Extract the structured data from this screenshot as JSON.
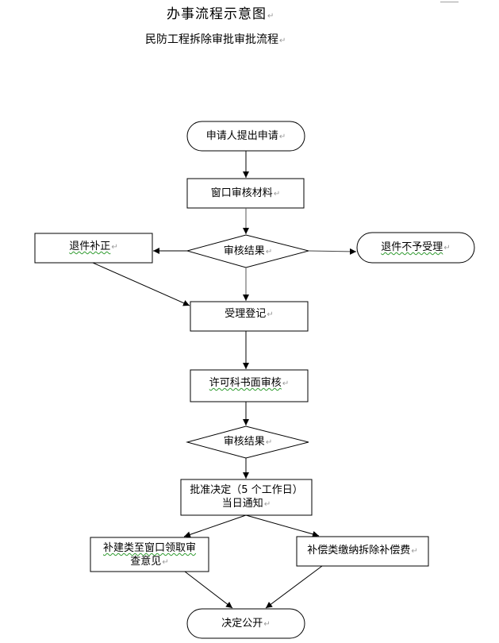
{
  "document": {
    "title": "办事流程示意图",
    "subtitle": "民防工程拆除审批审批流程",
    "paragraph_mark": "↵"
  },
  "flowchart": {
    "nodes": {
      "start": {
        "shape": "terminator",
        "label": "申请人提出申请"
      },
      "window_review": {
        "shape": "process",
        "label": "窗口审核材料"
      },
      "review_result_1": {
        "shape": "decision",
        "label": "审核结果"
      },
      "return_correct": {
        "shape": "process",
        "label": "退件补正"
      },
      "return_reject": {
        "shape": "terminator",
        "label": "退件不予受理"
      },
      "accept_register": {
        "shape": "process",
        "label": "受理登记"
      },
      "permit_review": {
        "shape": "process",
        "label": "许可科书面审核"
      },
      "review_result_2": {
        "shape": "decision",
        "label": "审核结果"
      },
      "approval": {
        "shape": "process",
        "label_line1": "批准决定（5 个工作日）",
        "label_line2": "当日通知"
      },
      "rebuild_collect": {
        "shape": "process",
        "label_line1": "补建类至窗口领取审",
        "label_line2": "查意见"
      },
      "compensation_pay": {
        "shape": "process",
        "label": "补偿类缴纳拆除补偿费"
      },
      "publish": {
        "shape": "terminator",
        "label": "决定公开"
      }
    },
    "edges": [
      {
        "from": "start",
        "to": "window_review"
      },
      {
        "from": "window_review",
        "to": "review_result_1"
      },
      {
        "from": "review_result_1",
        "to": "return_correct"
      },
      {
        "from": "review_result_1",
        "to": "return_reject"
      },
      {
        "from": "review_result_1",
        "to": "accept_register"
      },
      {
        "from": "return_correct",
        "to": "accept_register"
      },
      {
        "from": "accept_register",
        "to": "permit_review"
      },
      {
        "from": "permit_review",
        "to": "review_result_2"
      },
      {
        "from": "review_result_2",
        "to": "approval"
      },
      {
        "from": "approval",
        "to": "rebuild_collect"
      },
      {
        "from": "approval",
        "to": "compensation_pay"
      },
      {
        "from": "rebuild_collect",
        "to": "publish"
      },
      {
        "from": "compensation_pay",
        "to": "publish"
      }
    ]
  }
}
